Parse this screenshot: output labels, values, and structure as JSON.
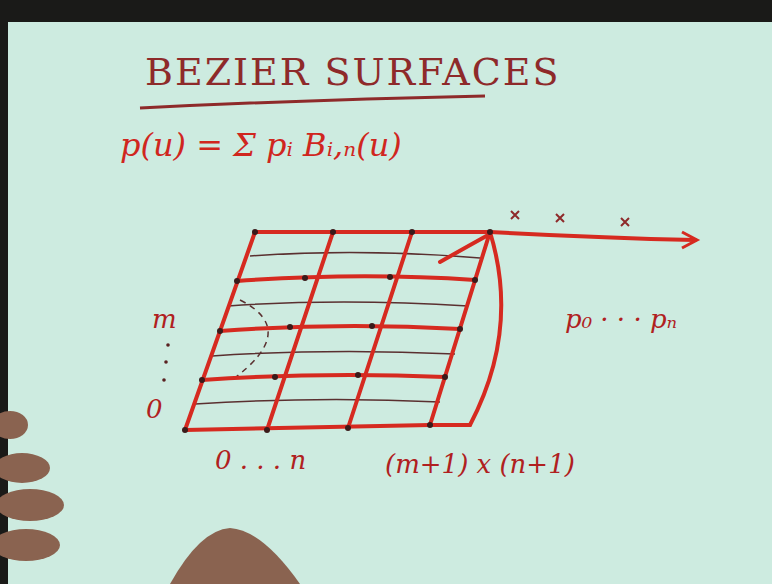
{
  "diagram": {
    "title": "BEZIER SURFACES",
    "labels": [
      "p(u) = Σ pᵢ Bᵢ,ₙ(u)",
      "m",
      "0",
      "0 . . . n",
      "(m+1) x (n+1)",
      "p₀ · · · pₙ"
    ]
  }
}
